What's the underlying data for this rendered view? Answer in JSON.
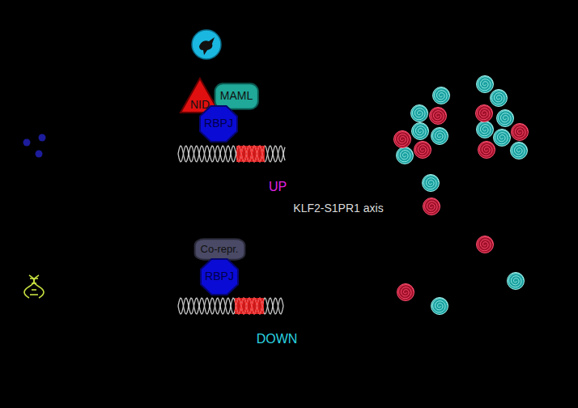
{
  "diagram": {
    "nodes": [
      {
        "text": [
          "NID"
        ]
      },
      {
        "text": [
          "MAML"
        ]
      },
      {
        "text": [
          "RBPJ"
        ]
      },
      {
        "text": [
          "Co-repr."
        ]
      },
      {
        "text": [
          "RBPJ"
        ]
      }
    ],
    "labels": [
      "UP",
      "KLF2-S1PR1 axis",
      "DOWN"
    ]
  }
}
